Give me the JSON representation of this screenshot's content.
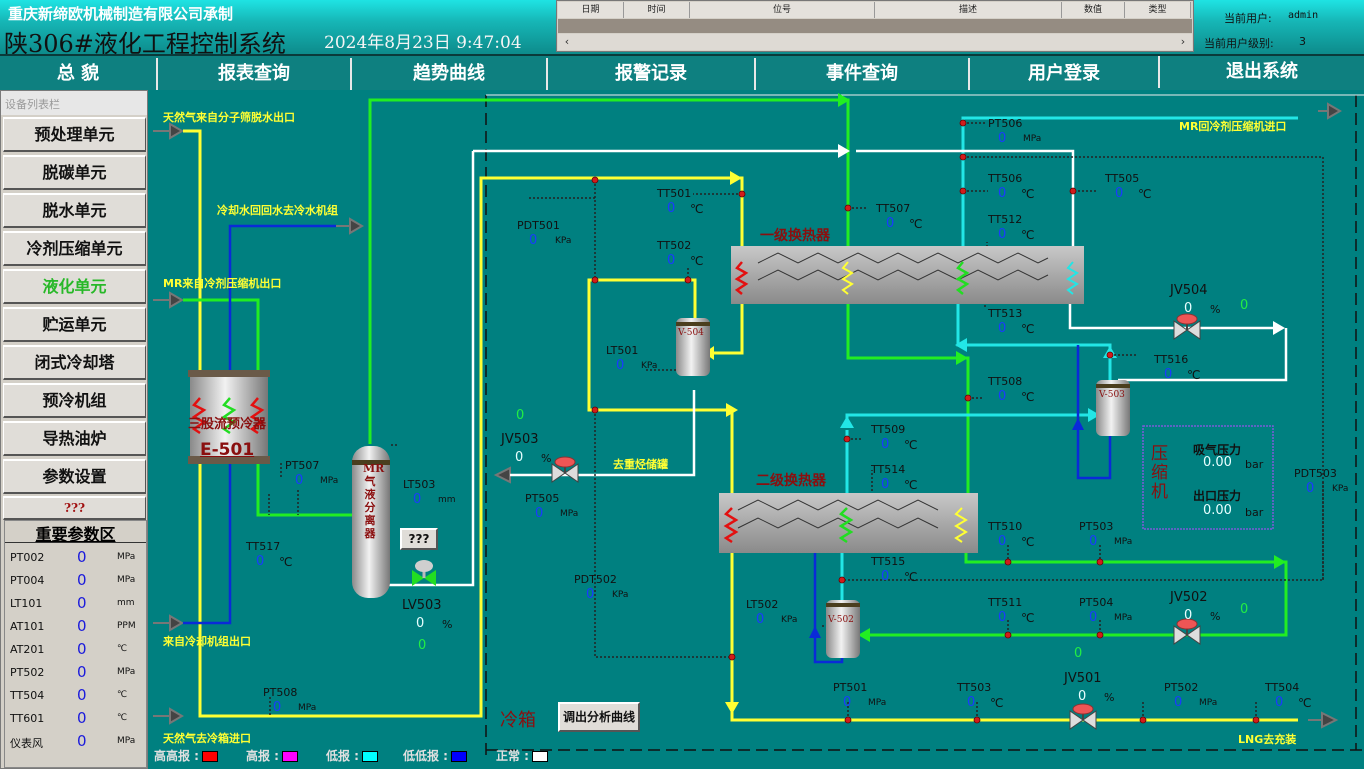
{
  "header": {
    "company": "重庆新缔欧机械制造有限公司承制",
    "title": "陕306#液化工程控制系统",
    "datetime": "2024年8月23日  9:47:04",
    "alarm_table": {
      "columns": [
        "日期",
        "时间",
        "位号",
        "描述",
        "数值",
        "类型"
      ],
      "scroll_left": "‹",
      "scroll_right": "›"
    },
    "user_label": "当前用户:",
    "user": "admin",
    "level_label": "当前用户级别:",
    "level": "3"
  },
  "nav": [
    "总 貌",
    "报表查询",
    "趋势曲线",
    "报警记录",
    "事件查询",
    "用户登录",
    "退出系统"
  ],
  "sidebar": {
    "title": "设备列表栏",
    "items": [
      "预处理单元",
      "脱碳单元",
      "脱水单元",
      "冷剂压缩单元",
      "液化单元",
      "贮运单元",
      "闭式冷却塔",
      "预冷机组",
      "导热油炉",
      "参数设置",
      "???"
    ],
    "active_index": 4,
    "params_title": "重要参数区",
    "params": [
      {
        "name": "PT002",
        "value": "0",
        "unit": "MPa"
      },
      {
        "name": "PT004",
        "value": "0",
        "unit": "MPa"
      },
      {
        "name": "LT101",
        "value": "0",
        "unit": "mm"
      },
      {
        "name": "AT101",
        "value": "0",
        "unit": "PPM"
      },
      {
        "name": "AT201",
        "value": "0",
        "unit": "℃"
      },
      {
        "name": "PT502",
        "value": "0",
        "unit": "MPa"
      },
      {
        "name": "TT504",
        "value": "0",
        "unit": "℃"
      },
      {
        "name": "TT601",
        "value": "0",
        "unit": "℃"
      },
      {
        "name": "仪表风",
        "value": "0",
        "unit": "MPa"
      }
    ]
  },
  "diagram": {
    "streams": {
      "ng_in": "天然气来自分子筛脱水出口",
      "cw_out": "冷却水回回水去冷水机组",
      "mr_in": "MR来自冷剂压缩机出口",
      "cw_in": "来自冷却机组出口",
      "ng_out": "天然气去冷箱进口",
      "mr_return": "MR回冷剂压缩机进口",
      "heavy": "去重烃储罐",
      "lng": "LNG去充装"
    },
    "equipment": {
      "e501_name": "三股流预冷器",
      "e501_tag": "E-501",
      "separator": "MR气液分离器",
      "hx1": "一级换热器",
      "hx2": "二级换热器",
      "v504": "V-504",
      "v503": "V-503",
      "v502": "V-502",
      "coldbox": "冷箱",
      "compressor": "压缩机"
    },
    "compressor_panel": {
      "suction_label": "吸气压力",
      "suction_value": "0.00",
      "suction_unit": "bar",
      "discharge_label": "出口压力",
      "discharge_value": "0.00",
      "discharge_unit": "bar"
    },
    "buttons": {
      "unknown": "???",
      "analysis": "调出分析曲线"
    },
    "instruments": {
      "PT507": {
        "tag": "PT507",
        "value": "0",
        "unit": "MPa"
      },
      "TT517": {
        "tag": "TT517",
        "value": "0",
        "unit": "℃"
      },
      "LT503": {
        "tag": "LT503",
        "value": "0",
        "unit": "mm"
      },
      "PT508": {
        "tag": "PT508",
        "value": "0",
        "unit": "MPa"
      },
      "PDT501": {
        "tag": "PDT501",
        "value": "0",
        "unit": "KPa"
      },
      "TT501": {
        "tag": "TT501",
        "value": "0",
        "unit": "℃"
      },
      "TT502": {
        "tag": "TT502",
        "value": "0",
        "unit": "℃"
      },
      "LT501": {
        "tag": "LT501",
        "value": "0",
        "unit": "KPa"
      },
      "PT505": {
        "tag": "PT505",
        "value": "0",
        "unit": "MPa"
      },
      "PDT502": {
        "tag": "PDT502",
        "value": "0",
        "unit": "KPa"
      },
      "TT507": {
        "tag": "TT507",
        "value": "0",
        "unit": "℃"
      },
      "PT506": {
        "tag": "PT506",
        "value": "0",
        "unit": "MPa"
      },
      "TT506": {
        "tag": "TT506",
        "value": "0",
        "unit": "℃"
      },
      "TT505": {
        "tag": "TT505",
        "value": "0",
        "unit": "℃"
      },
      "TT512": {
        "tag": "TT512",
        "value": "0",
        "unit": "℃"
      },
      "TT513": {
        "tag": "TT513",
        "value": "0",
        "unit": "℃"
      },
      "TT516": {
        "tag": "TT516",
        "value": "0",
        "unit": "℃"
      },
      "TT508": {
        "tag": "TT508",
        "value": "0",
        "unit": "℃"
      },
      "TT509": {
        "tag": "TT509",
        "value": "0",
        "unit": "℃"
      },
      "TT514": {
        "tag": "TT514",
        "value": "0",
        "unit": "℃"
      },
      "TT515": {
        "tag": "TT515",
        "value": "0",
        "unit": "℃"
      },
      "TT510": {
        "tag": "TT510",
        "value": "0",
        "unit": "℃"
      },
      "PT503": {
        "tag": "PT503",
        "value": "0",
        "unit": "MPa"
      },
      "PDT503": {
        "tag": "PDT503",
        "value": "0",
        "unit": "KPa"
      },
      "LT502": {
        "tag": "LT502",
        "value": "0",
        "unit": "KPa"
      },
      "TT511": {
        "tag": "TT511",
        "value": "0",
        "unit": "℃"
      },
      "PT504": {
        "tag": "PT504",
        "value": "0",
        "unit": "MPa"
      },
      "PT501": {
        "tag": "PT501",
        "value": "0",
        "unit": "MPa"
      },
      "TT503": {
        "tag": "TT503",
        "value": "0",
        "unit": "℃"
      },
      "PT502": {
        "tag": "PT502",
        "value": "0",
        "unit": "MPa"
      },
      "TT504": {
        "tag": "TT504",
        "value": "0",
        "unit": "℃"
      }
    },
    "valves": {
      "LV503": {
        "tag": "LV503",
        "opening": "0",
        "unit": "%",
        "feedback": "0"
      },
      "JV503": {
        "tag": "JV503",
        "opening": "0",
        "unit": "%",
        "feedback": "0"
      },
      "JV504": {
        "tag": "JV504",
        "opening": "0",
        "unit": "%",
        "feedback": "0"
      },
      "JV502": {
        "tag": "JV502",
        "opening": "0",
        "unit": "%",
        "feedback": "0"
      },
      "JV501": {
        "tag": "JV501",
        "opening": "0",
        "unit": "%",
        "feedback": "0"
      }
    }
  },
  "legend": [
    {
      "label": "高高报 :",
      "color": "#ff0000"
    },
    {
      "label": "高报 :",
      "color": "#ff00ff"
    },
    {
      "label": "低报 :",
      "color": "#00ffff"
    },
    {
      "label": "低低报 :",
      "color": "#0000ff"
    },
    {
      "label": "正常 :",
      "color": "#ffffff"
    }
  ],
  "colors": {
    "background": "#008080",
    "ng_line": "#ffff33",
    "mr_line": "#22ee22",
    "cold_line": "#22e6e6",
    "cw_line": "#0a2ad8",
    "return_line": "#ffffff"
  }
}
